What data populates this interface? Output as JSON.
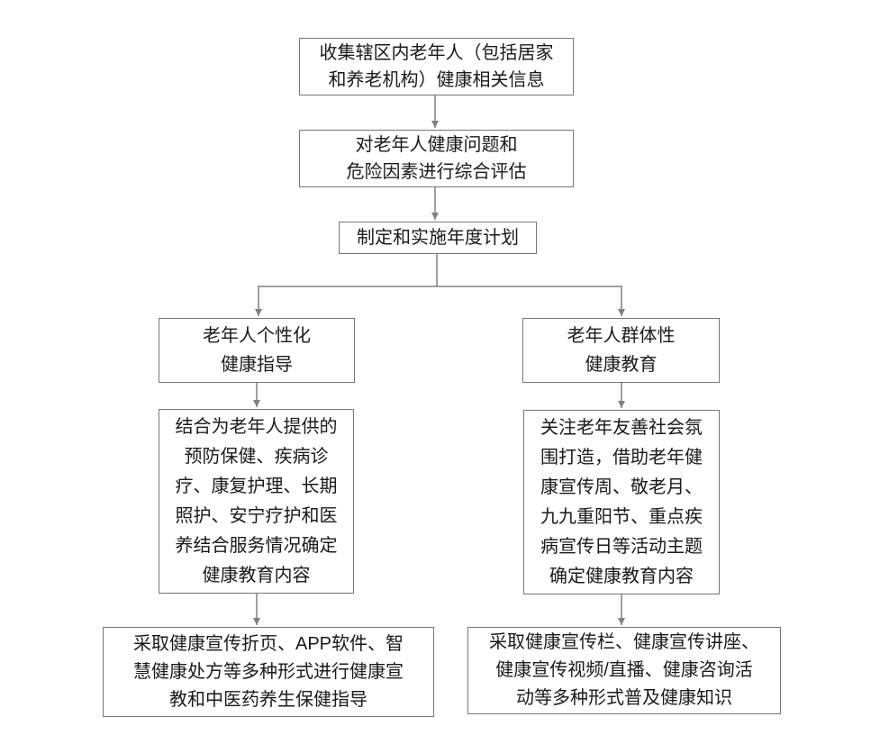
{
  "diagram": {
    "type": "flowchart",
    "nodes": {
      "collect": {
        "label": "收集辖区内老年人（包括居家\n和养老机构）健康相关信息"
      },
      "assess": {
        "label": "对老年人健康问题和\n危险因素进行综合评估"
      },
      "plan": {
        "label": "制定和实施年度计划"
      },
      "left_branch": {
        "label": "老年人个性化\n健康指导"
      },
      "right_branch": {
        "label": "老年人群体性\n健康教育"
      },
      "left_detail": {
        "label": "结合为老年人提供的\n预防保健、疾病诊\n疗、康复护理、长期\n照护、安宁疗护和医\n养结合服务情况确定\n健康教育内容"
      },
      "right_detail": {
        "label": "关注老年友善社会氛\n围打造，借助老年健\n康宣传周、敬老月、\n九九重阳节、重点疾\n病宣传日等活动主题\n确定健康教育内容"
      },
      "left_methods": {
        "label": "采取健康宣传折页、APP软件、智\n慧健康处方等多种形式进行健康宣\n教和中医药养生保健指导"
      },
      "right_methods": {
        "label": "采取健康宣传栏、健康宣传讲座、\n健康宣传视频/直播、健康咨询活\n动等多种形式普及健康知识"
      }
    },
    "edges": [
      {
        "from": "collect",
        "to": "assess"
      },
      {
        "from": "assess",
        "to": "plan"
      },
      {
        "from": "plan",
        "to": "left_branch"
      },
      {
        "from": "plan",
        "to": "right_branch"
      },
      {
        "from": "left_branch",
        "to": "left_detail"
      },
      {
        "from": "right_branch",
        "to": "right_detail"
      },
      {
        "from": "left_detail",
        "to": "left_methods"
      },
      {
        "from": "right_detail",
        "to": "right_methods"
      }
    ]
  },
  "colors": {
    "box_border": "#777777",
    "connector": "#808080",
    "text": "#1a1a1a",
    "background": "#ffffff"
  }
}
